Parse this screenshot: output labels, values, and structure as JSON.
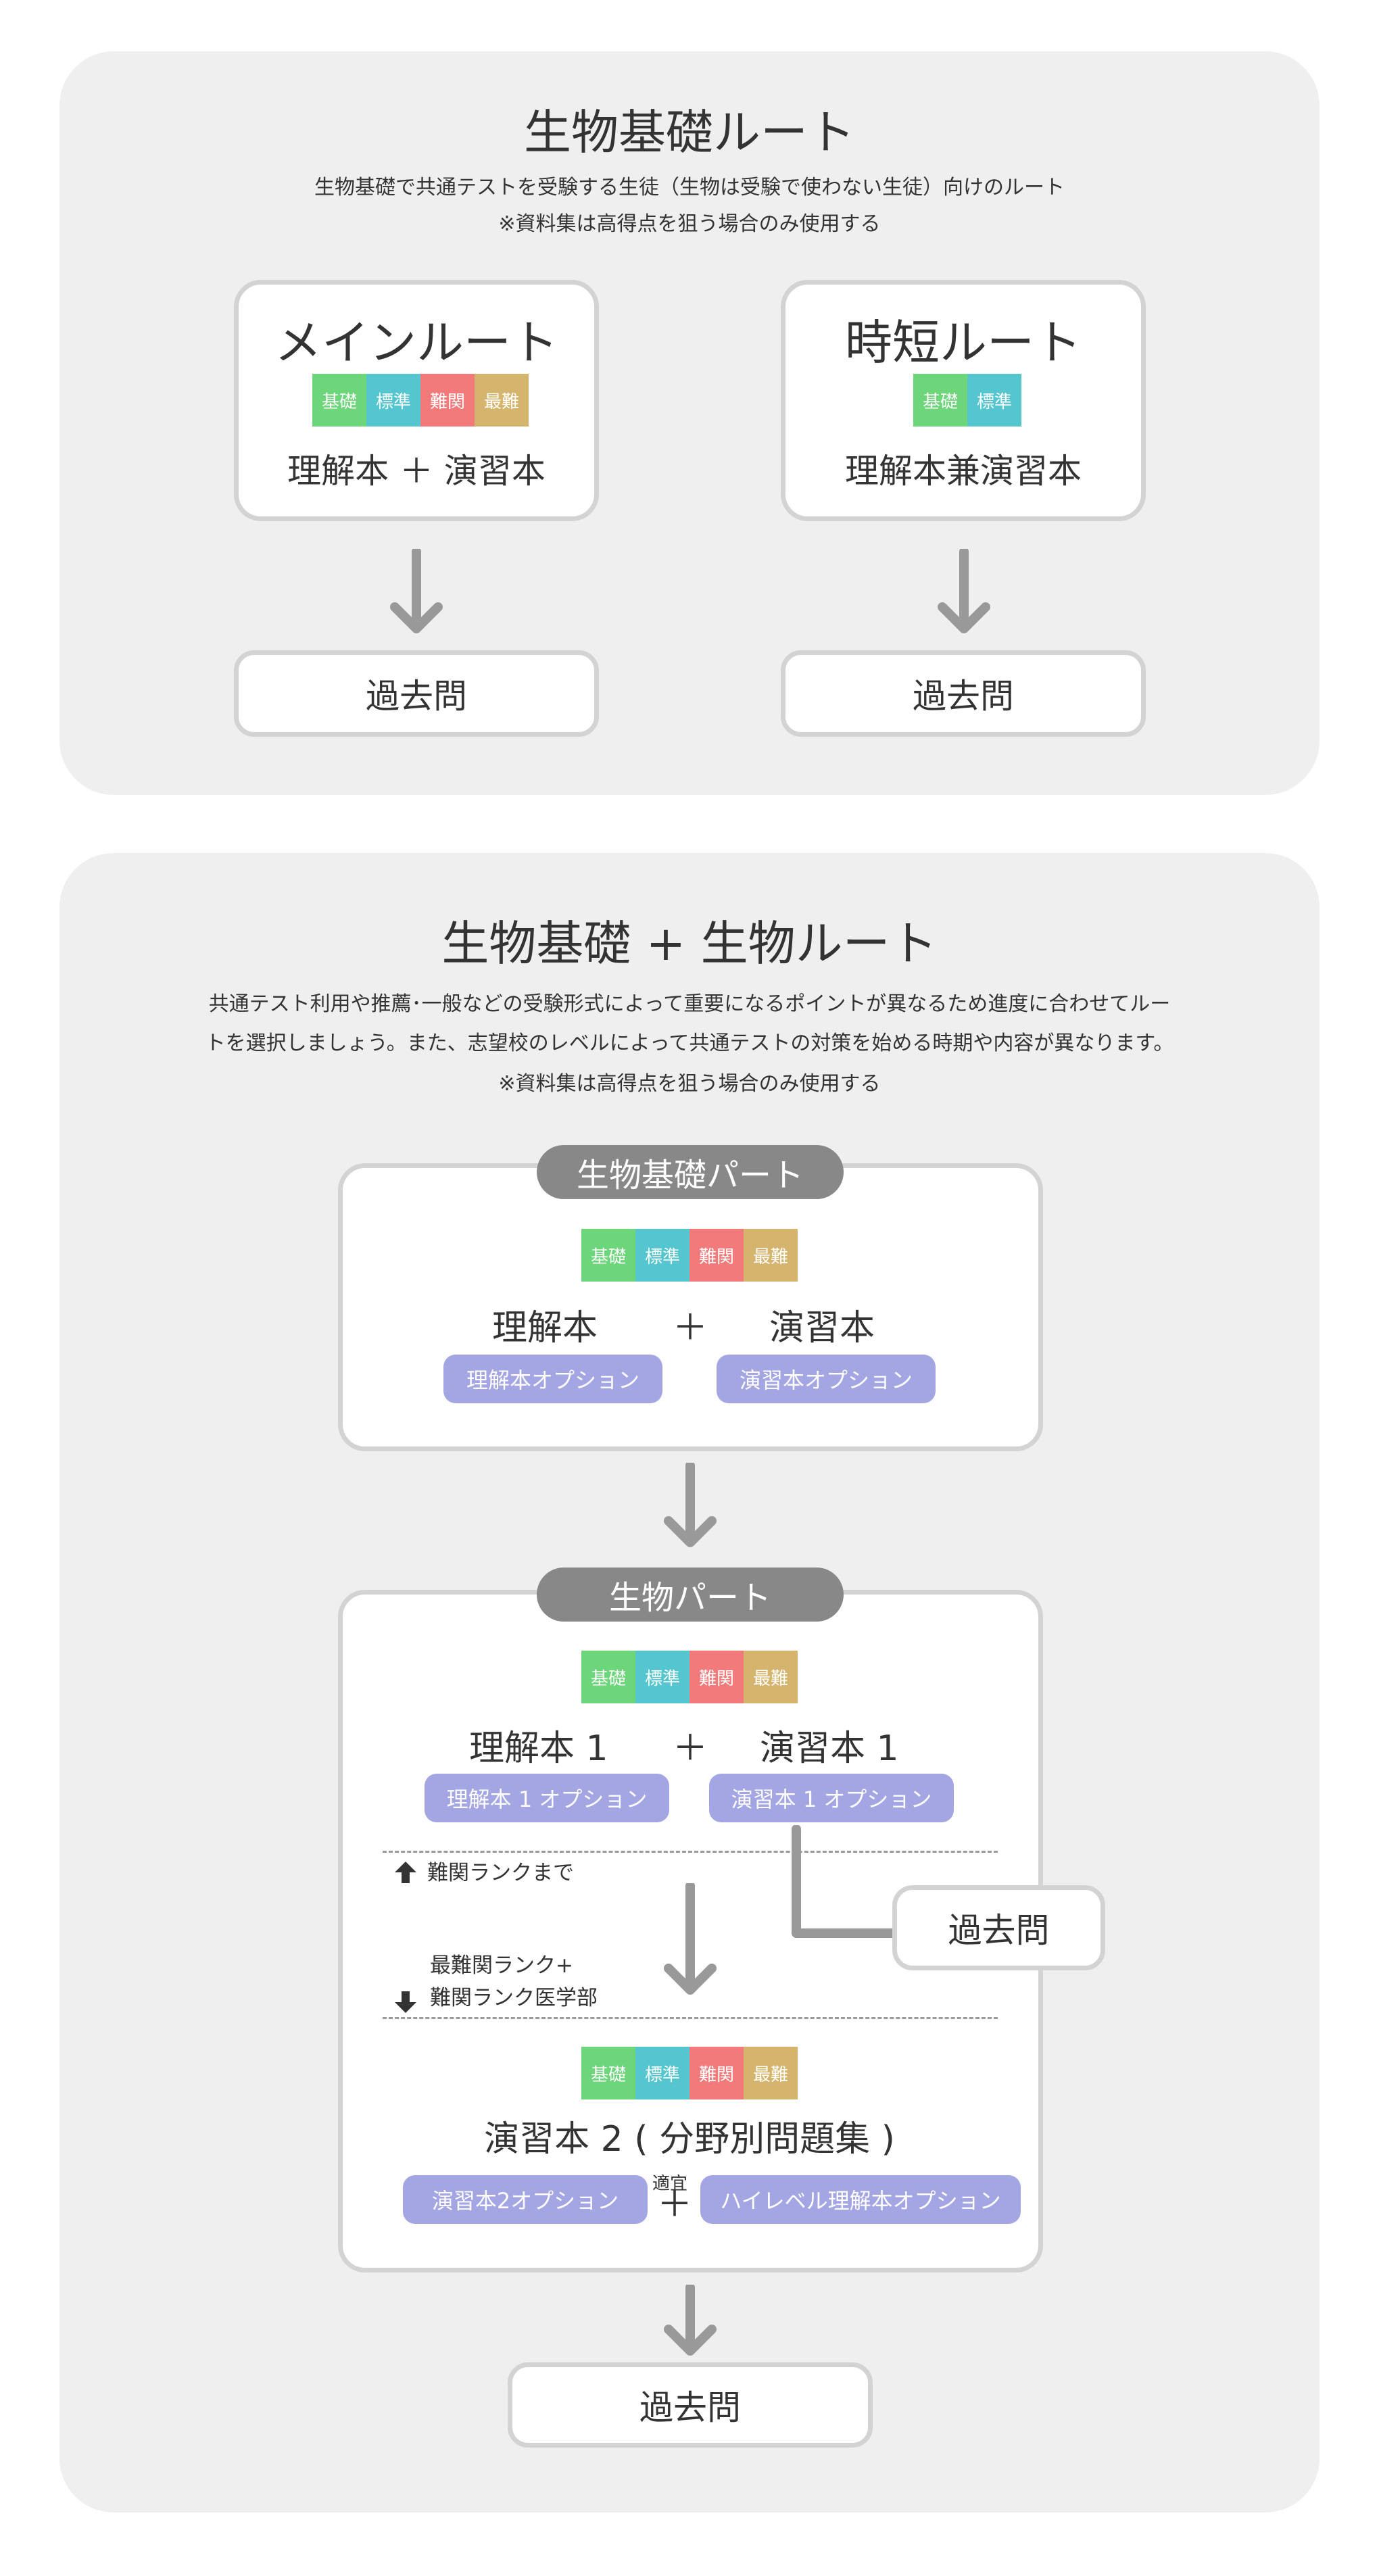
{
  "section1": {
    "title": "生物基礎ルート",
    "desc_line1": "生物基礎で共通テストを受験する生徒（生物は受験で使わない生徒）向けのルート",
    "desc_line2": "※資料集は高得点を狙う場合のみ使用する",
    "main_route": {
      "title": "メインルート",
      "levels": [
        "基礎",
        "標準",
        "難関",
        "最難"
      ],
      "books": "理解本 ＋ 演習本",
      "result": "過去問"
    },
    "short_route": {
      "title": "時短ルート",
      "levels": [
        "基礎",
        "標準"
      ],
      "books": "理解本兼演習本",
      "result": "過去問"
    }
  },
  "section2": {
    "title": "生物基礎 + 生物ルート",
    "desc_line1": "共通テスト利用や推薦･一般などの受験形式によって重要になるポイントが異なるため進度に合わせてルー",
    "desc_line2": "トを選択しましょう。また、志望校のレベルによって共通テストの対策を始める時期や内容が異なります。",
    "desc_line3": "※資料集は高得点を狙う場合のみ使用する",
    "kiso_part": {
      "label": "生物基礎パート",
      "levels": [
        "基礎",
        "標準",
        "難関",
        "最難"
      ],
      "book_left": "理解本",
      "plus": "＋",
      "book_right": "演習本",
      "option_left": "理解本オプション",
      "option_right": "演習本オプション"
    },
    "seibutsu_part": {
      "label": "生物パート",
      "levels": [
        "基礎",
        "標準",
        "難関",
        "最難"
      ],
      "book_left": "理解本 1",
      "plus": "＋",
      "book_right": "演習本 1",
      "option_left": "理解本 1 オプション",
      "option_right": "演習本 1 オプション",
      "up_note": "難関ランクまで",
      "down_note_line1": "最難関ランク+",
      "down_note_line2": "難関ランク医学部",
      "side_result": "過去問",
      "levels2": [
        "基礎",
        "標準",
        "難関",
        "最難"
      ],
      "book2": "演習本 2 ( 分野別問題集 )",
      "option2_left": "演習本2オプション",
      "tekigi": "適宜",
      "plus2": "＋",
      "option2_right": "ハイレベル理解本オプション"
    },
    "result": "過去問"
  },
  "colors": {
    "panel_bg": "#efefef",
    "box_border": "#d3d3d3",
    "arrow": "#999999",
    "label_pill": "#888888",
    "option_pill": "#a4a6e3",
    "level_kiso": "#6dd67a",
    "level_hyojun": "#55c5d0",
    "level_nankan": "#f27a7a",
    "level_sainan": "#d5b56e"
  }
}
